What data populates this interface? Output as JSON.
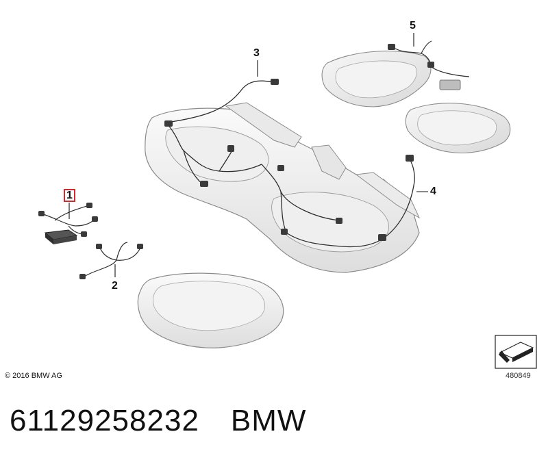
{
  "callouts": {
    "c1": "1",
    "c2": "2",
    "c3": "3",
    "c4": "4",
    "c5": "5"
  },
  "footer": {
    "copyright": "© 2016 BMW AG",
    "reference": "480849"
  },
  "part": {
    "number": "61129258232",
    "brand": "BMW"
  },
  "colors": {
    "highlight": "#d9262b",
    "cushion_fill": "#f1f1f1",
    "line": "#3a3a3a"
  }
}
